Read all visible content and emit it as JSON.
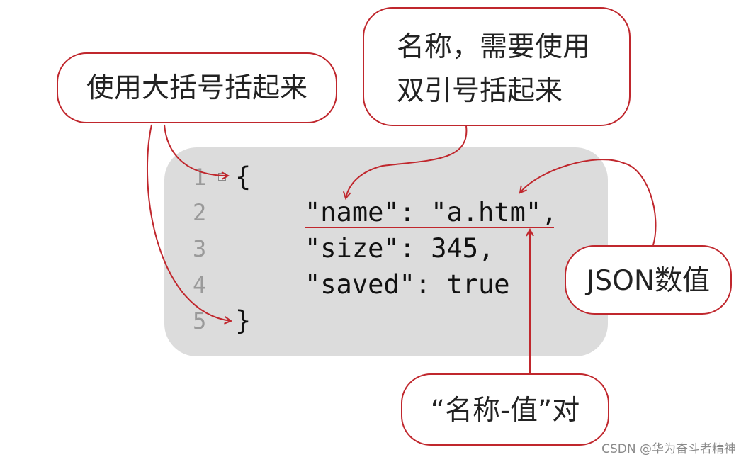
{
  "code": {
    "lines": [
      {
        "num": "1",
        "text": "{"
      },
      {
        "num": "2",
        "text": "\"name\": \"a.htm\","
      },
      {
        "num": "3",
        "text": "\"size\": 345,"
      },
      {
        "num": "4",
        "text": "\"saved\": true"
      },
      {
        "num": "5",
        "text": "}"
      }
    ]
  },
  "callouts": {
    "braces": "使用大括号括起来",
    "name_line1": "名称，需要使用",
    "name_line2": "双引号括起来",
    "value": "JSON数值",
    "pair": "“名称-值”对"
  },
  "colors": {
    "accent": "#c0272d",
    "panel": "#dcdcdc"
  },
  "watermark": "CSDN @华为奋斗者精神"
}
